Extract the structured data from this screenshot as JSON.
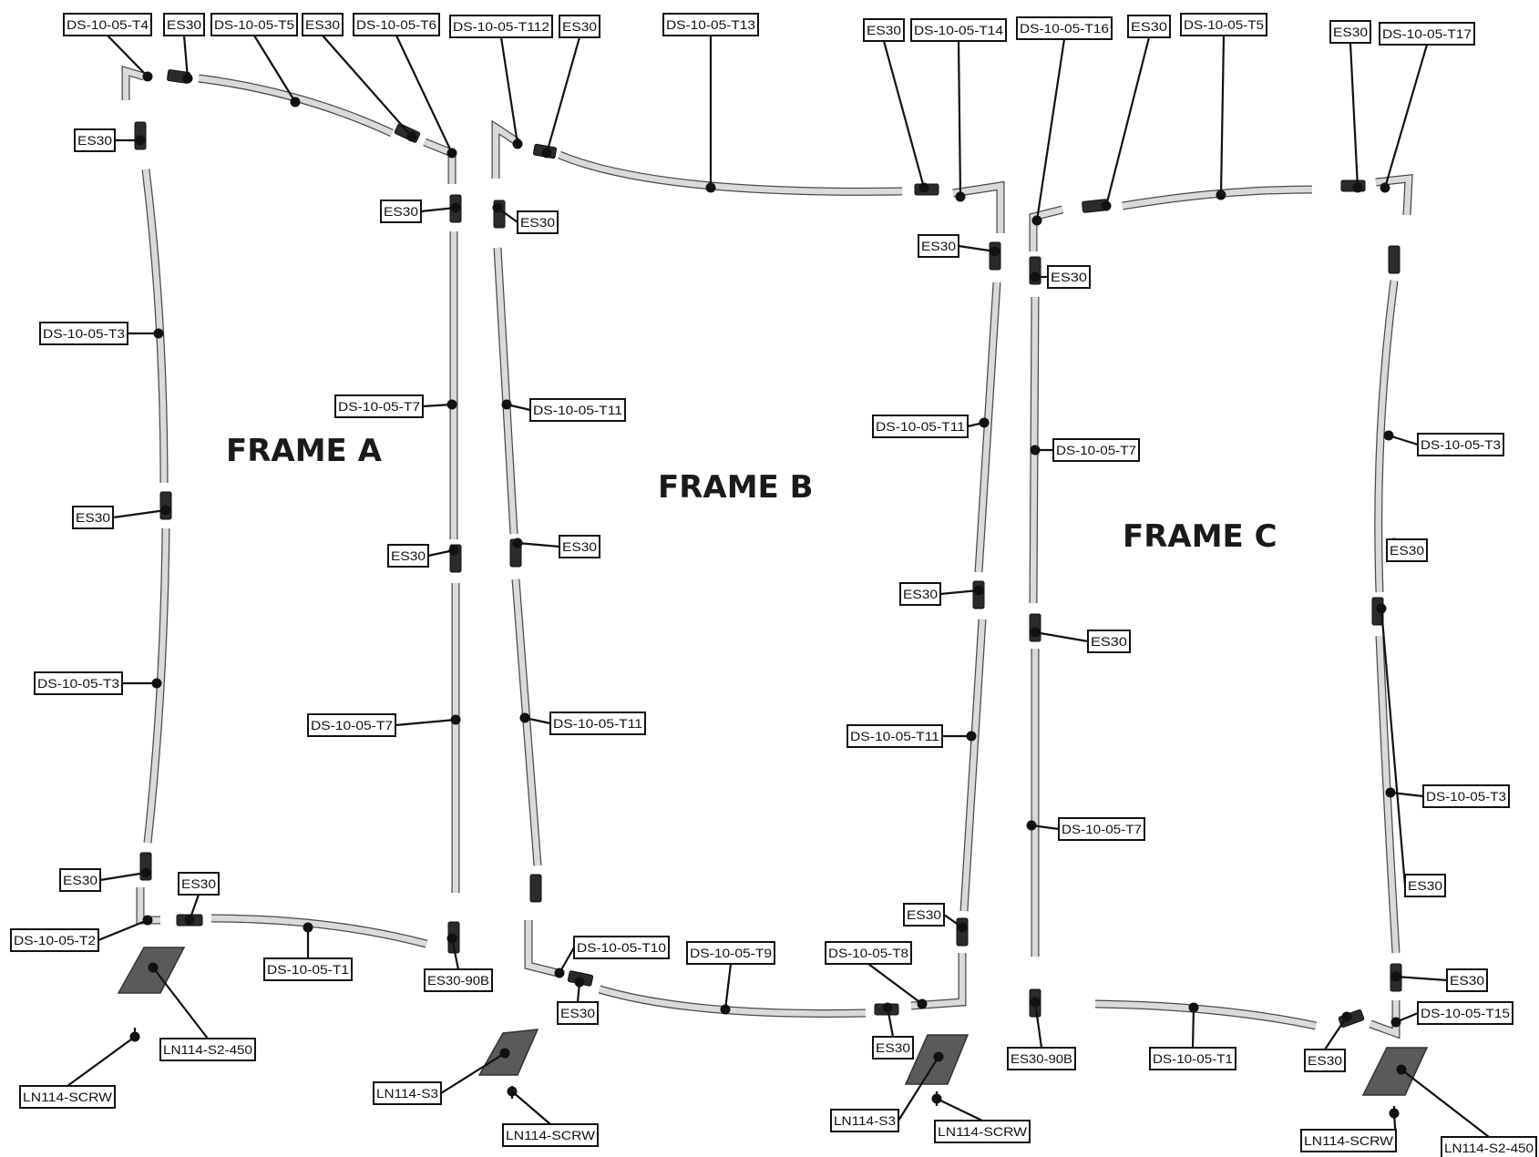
{
  "frames": [
    {
      "key": "A",
      "title": "FRAME A"
    },
    {
      "key": "B",
      "title": "FRAME B"
    },
    {
      "key": "C",
      "title": "FRAME C"
    }
  ],
  "labels": [
    "DS-10-05-T4",
    "ES30",
    "DS-10-05-T5",
    "ES30",
    "DS-10-05-T6",
    "DS-10-05-T112",
    "ES30",
    "DS-10-05-T13",
    "ES30",
    "DS-10-05-T14",
    "DS-10-05-T16",
    "ES30",
    "DS-10-05-T5",
    "ES30",
    "DS-10-05-T17",
    "ES30",
    "ES30",
    "ES30",
    "ES30",
    "ES30",
    "DS-10-05-T3",
    "DS-10-05-T7",
    "DS-10-05-T11",
    "DS-10-05-T11",
    "DS-10-05-T7",
    "DS-10-05-T3",
    "ES30",
    "ES30",
    "ES30",
    "ES30",
    "ES30",
    "ES30",
    "DS-10-05-T3",
    "DS-10-05-T7",
    "DS-10-05-T11",
    "DS-10-05-T11",
    "DS-10-05-T7",
    "DS-10-05-T3",
    "ES30",
    "ES30",
    "ES30",
    "ES30",
    "DS-10-05-T2",
    "DS-10-05-T10",
    "DS-10-05-T9",
    "DS-10-05-T8",
    "ES30",
    "DS-10-05-T1",
    "ES30-90B",
    "ES30",
    "ES30",
    "ES30-90B",
    "DS-10-05-T1",
    "DS-10-05-T15",
    "ES30",
    "LN114-S2-450",
    "LN114-SCRW",
    "LN114-S3",
    "LN114-SCRW",
    "LN114-S3",
    "LN114-SCRW",
    "LN114-SCRW",
    "LN114-S2-450"
  ]
}
